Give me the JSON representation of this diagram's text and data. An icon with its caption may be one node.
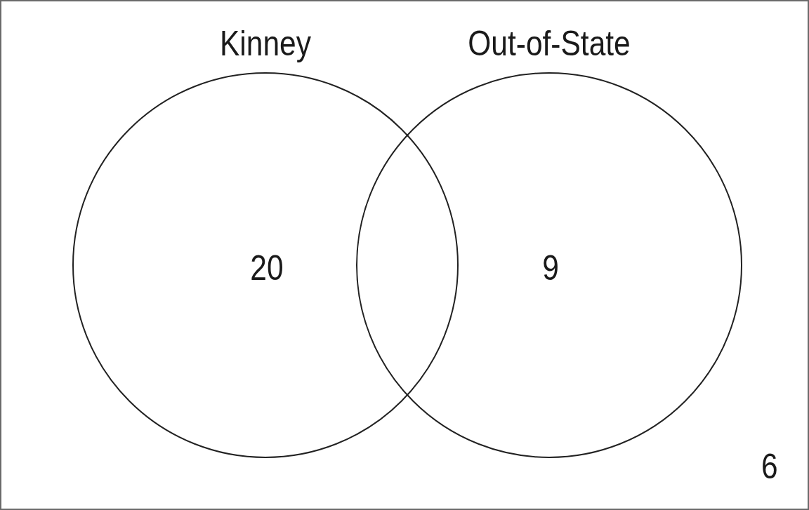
{
  "diagram": {
    "nodes": [
      {
        "text": [
          "6"
        ]
      },
      {
        "text": [
          "Kinney",
          "20"
        ],
        "in": 0
      },
      {
        "text": [
          "Out-of-State",
          "9"
        ],
        "in": 0
      }
    ]
  }
}
